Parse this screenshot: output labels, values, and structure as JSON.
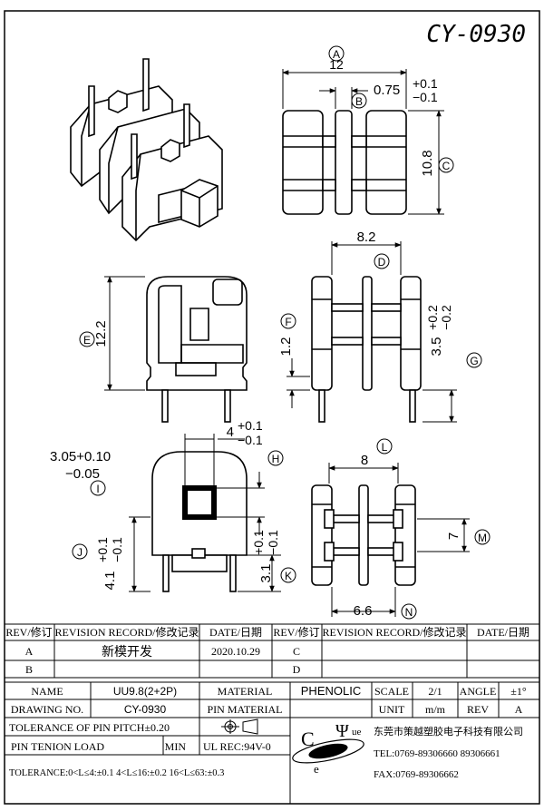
{
  "drawing_title": "CY-0930",
  "dimensions": {
    "A": {
      "letter": "A",
      "value": "12"
    },
    "B": {
      "letter": "B",
      "value": "0.75",
      "tol_plus": "+0.1",
      "tol_minus": "−0.1"
    },
    "C": {
      "letter": "C",
      "value": "10.8"
    },
    "D": {
      "letter": "D",
      "value": "8.2"
    },
    "E": {
      "letter": "E",
      "value": "12.2"
    },
    "F": {
      "letter": "F",
      "value": "1.2"
    },
    "G": {
      "letter": "G",
      "value": "3.5",
      "tol_plus": "+0.2",
      "tol_minus": "−0.2"
    },
    "H": {
      "letter": "H",
      "value": "4",
      "tol_plus": "+0.1",
      "tol_minus": "−0.1"
    },
    "I": {
      "letter": "I",
      "value": "3.05+0.10",
      "tol_minus": "−0.05"
    },
    "J": {
      "letter": "J",
      "value": "4.1",
      "tol_plus": "+0.1",
      "tol_minus": "−0.1"
    },
    "K": {
      "letter": "K",
      "value": "3.1",
      "tol_plus": "+0.1",
      "tol_minus": "−0.1"
    },
    "L": {
      "letter": "L",
      "value": "8"
    },
    "M": {
      "letter": "M",
      "value": "7"
    },
    "N": {
      "letter": "N",
      "value": "6.6"
    }
  },
  "revision_table": {
    "headers": {
      "rev": "REV/修订",
      "record": "REVISION RECORD/修改记录",
      "date": "DATE/日期"
    },
    "rows": [
      {
        "rev": "A",
        "record": "新模开发",
        "date": "2020.10.29",
        "rev2": "C",
        "record2": "",
        "date2": ""
      },
      {
        "rev": "B",
        "record": "",
        "date": "",
        "rev2": "D",
        "record2": "",
        "date2": ""
      }
    ]
  },
  "title_block": {
    "name_label": "NAME",
    "name_value": "UU9.8(2+2P)",
    "material_label": "MATERIAL",
    "material_value": "PHENOLIC",
    "scale_label": "SCALE",
    "scale_value": "2/1",
    "angle_label": "ANGLE",
    "angle_value": "±1°",
    "drawing_no_label": "DRAWING NO.",
    "drawing_no_value": "CY-0930",
    "pin_material_label": "PIN MATERIAL",
    "unit_label": "UNIT",
    "unit_value": "m/m",
    "rev_label": "REV",
    "rev_value": "A",
    "tol_pitch_label": "TOLERANCE OF PIN PITCH±0.20",
    "pin_tension_label": "PIN TENION LOAD",
    "pin_tension_value": "MIN",
    "ul_rec": "UL REC:94V-0",
    "tolerance_line": "TOLERANCE:0<L≤4:±0.1  4<L≤16:±0.2  16<L≤63:±0.3",
    "company_name": "东莞市策越塑胶电子科技有限公司",
    "tel": "TEL:0769-89306660 89306661",
    "fax": "FAX:0769-89306662",
    "logo_letters": {
      "c": "C",
      "e": "e",
      "psi": "Ψ",
      "ue": "ue"
    }
  }
}
